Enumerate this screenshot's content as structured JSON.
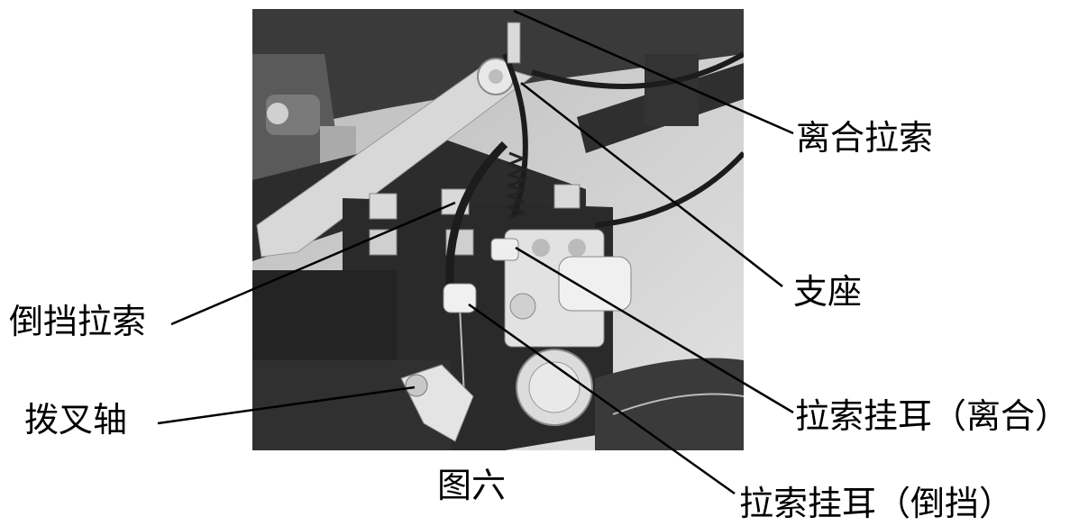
{
  "figure": {
    "caption": "图六",
    "labels": {
      "clutch_cable": "离合拉索",
      "support_seat": "支座",
      "reverse_cable": "倒挡拉索",
      "fork_shaft": "拨叉轴",
      "clutch_cable_lug": "拉索挂耳（离合）",
      "reverse_cable_lug": "拉索挂耳（倒挡）"
    }
  },
  "colors": {
    "background": "#ffffff",
    "render_bg": "#cfcfcf",
    "frame_dark": "#2e2e2e",
    "part_light": "#e6e6e6",
    "leader_line": "#000000"
  }
}
